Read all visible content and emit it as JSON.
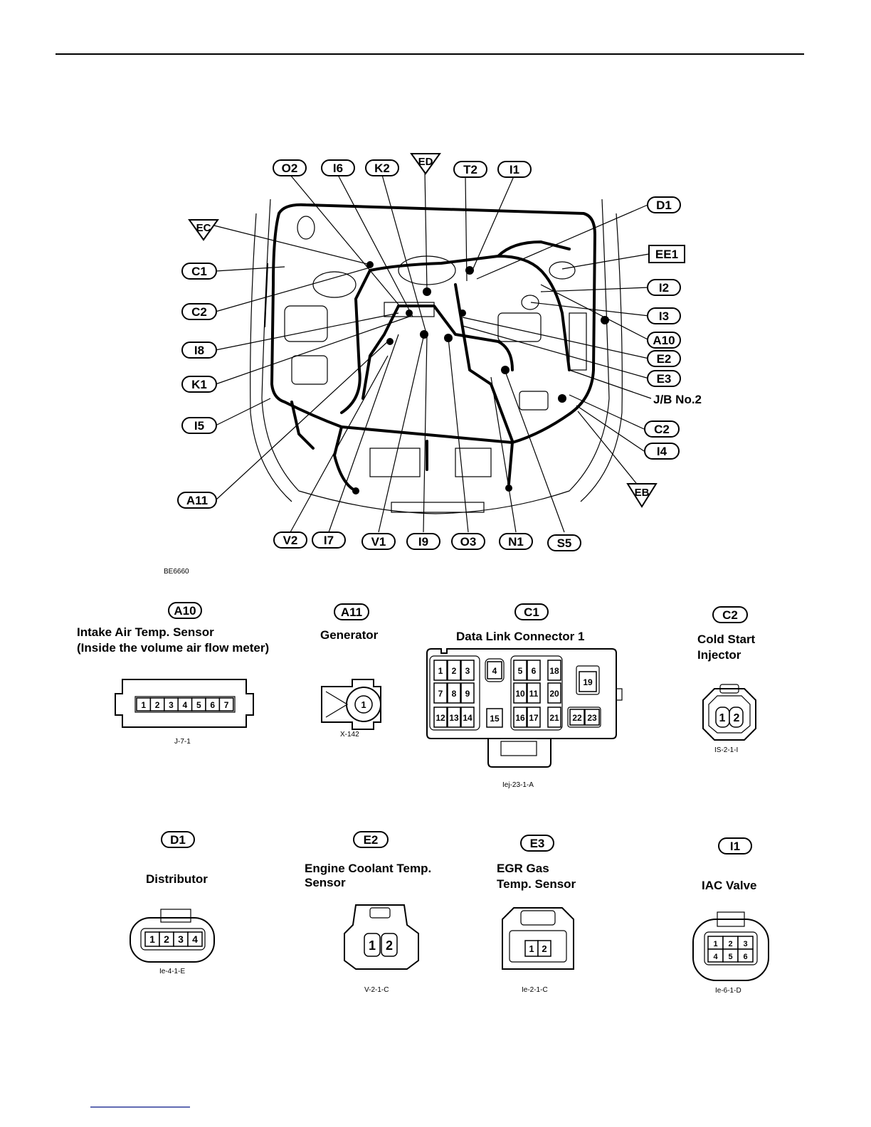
{
  "figure_id": "BE6660",
  "location_labels": {
    "top": [
      "O2",
      "I6",
      "K2",
      "ED",
      "T2",
      "I1"
    ],
    "left": [
      "EC",
      "C1",
      "C2",
      "I8",
      "K1",
      "I5",
      "A11"
    ],
    "right": [
      "D1",
      "EE1",
      "I2",
      "I3",
      "A10",
      "E2",
      "E3",
      "J/B No.2",
      "C2",
      "I4",
      "EB"
    ],
    "bottom": [
      "V2",
      "I7",
      "V1",
      "I9",
      "O3",
      "N1",
      "S5"
    ]
  },
  "connectors": {
    "a10": {
      "id": "A10",
      "title_line1": "Intake Air Temp. Sensor",
      "title_line2": "(Inside the volume air flow meter)",
      "pins": [
        "1",
        "2",
        "3",
        "4",
        "5",
        "6",
        "7"
      ],
      "code": "J-7-1"
    },
    "a11": {
      "id": "A11",
      "title_line1": "Generator",
      "pins": [
        "1"
      ],
      "code": "X-142"
    },
    "c1": {
      "id": "C1",
      "title_line1": "Data Link Connector 1",
      "pins": [
        "1",
        "2",
        "3",
        "4",
        "5",
        "6",
        "18",
        "19",
        "7",
        "8",
        "9",
        "10",
        "11",
        "20",
        "12",
        "13",
        "14",
        "15",
        "16",
        "17",
        "21",
        "22",
        "23"
      ],
      "code": "Iej-23-1-A"
    },
    "c2": {
      "id": "C2",
      "title_line1": "Cold Start",
      "title_line2": "Injector",
      "pins": [
        "1",
        "2"
      ],
      "code": "IS-2-1-I"
    },
    "d1": {
      "id": "D1",
      "title_line1": "Distributor",
      "pins": [
        "1",
        "2",
        "3",
        "4"
      ],
      "code": "Ie-4-1-E"
    },
    "e2": {
      "id": "E2",
      "title_line1": "Engine Coolant Temp.",
      "title_line2": "Sensor",
      "pins": [
        "1",
        "2"
      ],
      "code": "V-2-1-C"
    },
    "e3": {
      "id": "E3",
      "title_line1": "EGR Gas",
      "title_line2": "Temp. Sensor",
      "pins": [
        "1",
        "2"
      ],
      "code": "Ie-2-1-C"
    },
    "i1": {
      "id": "I1",
      "title_line1": "IAC Valve",
      "pins": [
        "1",
        "2",
        "3",
        "4",
        "5",
        "6"
      ],
      "code": "Ie-6-1-D"
    }
  }
}
